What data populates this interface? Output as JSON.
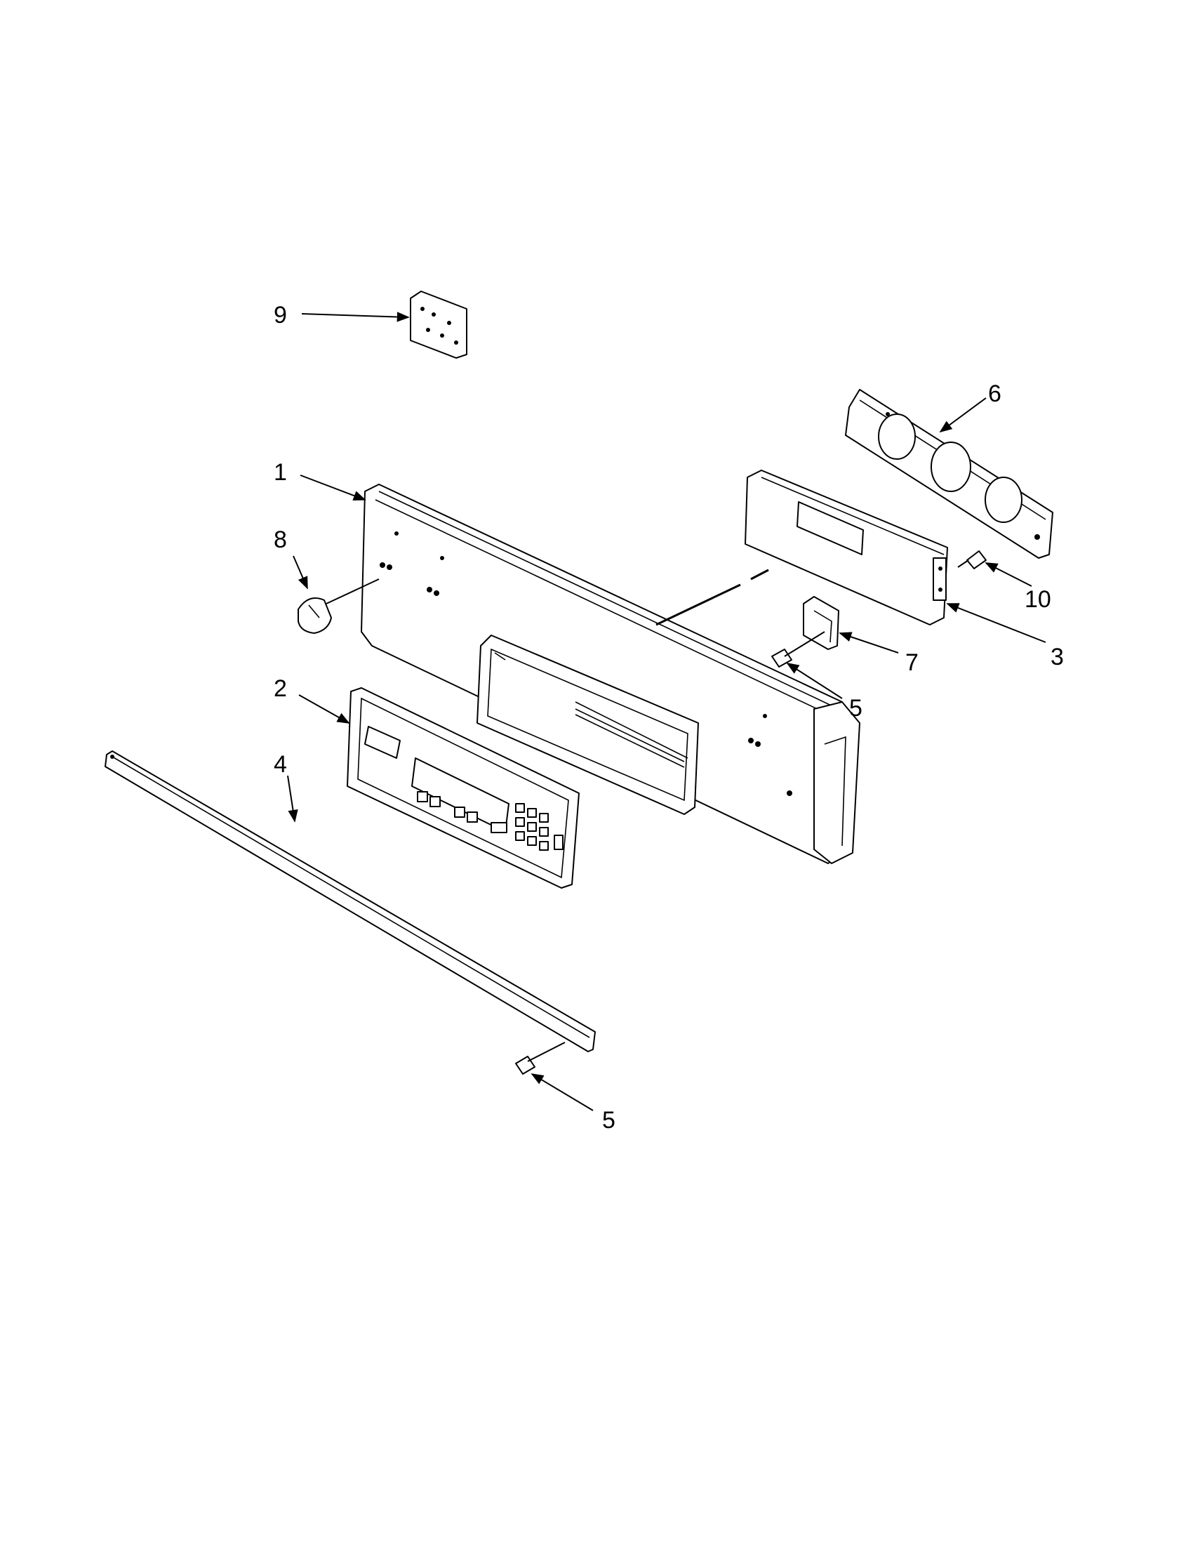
{
  "callouts": [
    "1",
    "2",
    "3",
    "4",
    "5",
    "5",
    "6",
    "7",
    "8",
    "9",
    "10"
  ]
}
